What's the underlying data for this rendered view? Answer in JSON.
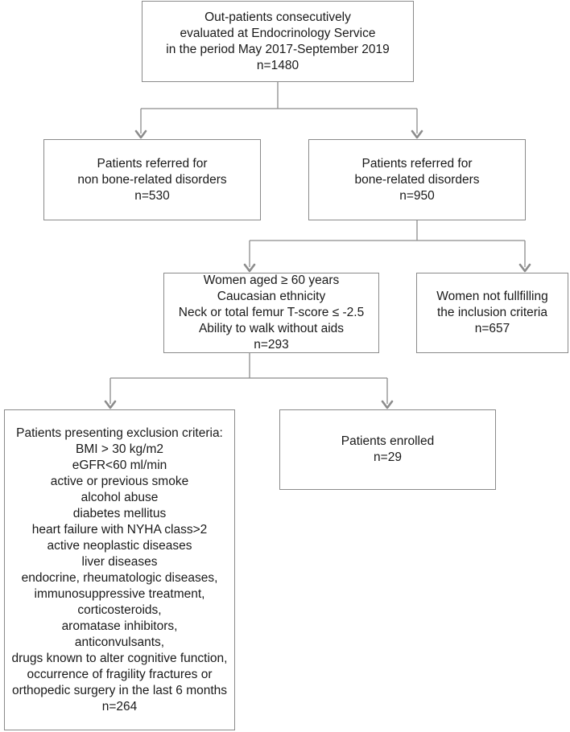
{
  "boxes": {
    "outpatients": {
      "lines": [
        "Out-patients consecutively",
        "evaluated at Endocrinology Service",
        "in the period May 2017-September 2019",
        "n=1480"
      ]
    },
    "non_bone": {
      "lines": [
        "Patients referred for",
        "non bone-related disorders",
        "n=530"
      ]
    },
    "bone": {
      "lines": [
        "Patients referred for",
        "bone-related disorders",
        "n=950"
      ]
    },
    "women_inclusion": {
      "lines": [
        "Women aged  ≥ 60 years",
        "Caucasian ethnicity",
        "Neck or total femur T-score ≤ -2.5",
        "Ability to walk without aids",
        "n=293"
      ]
    },
    "not_fulfilling": {
      "lines": [
        "Women not fullfilling",
        "the inclusion criteria",
        "n=657"
      ]
    },
    "exclusion": {
      "lines": [
        "Patients presenting exclusion criteria:",
        "BMI > 30 kg/m2",
        "eGFR<60 ml/min",
        "active or previous smoke",
        "alcohol abuse",
        "diabetes mellitus",
        "heart failure with NYHA class>2",
        "active neoplastic diseases",
        "liver diseases",
        "endocrine, rheumatologic diseases,",
        "immunosuppressive treatment,",
        "corticosteroids,",
        "aromatase inhibitors,",
        "anticonvulsants,",
        "drugs known to alter cognitive function,",
        "occurrence of fragility fractures or",
        "orthopedic surgery in the last 6 months",
        "n=264"
      ]
    },
    "enrolled": {
      "lines": [
        "Patients enrolled",
        "n=29"
      ]
    }
  },
  "colors": {
    "connector": "#8c8c8c",
    "border": "#8a8a8a",
    "text": "#1a1a1a"
  }
}
